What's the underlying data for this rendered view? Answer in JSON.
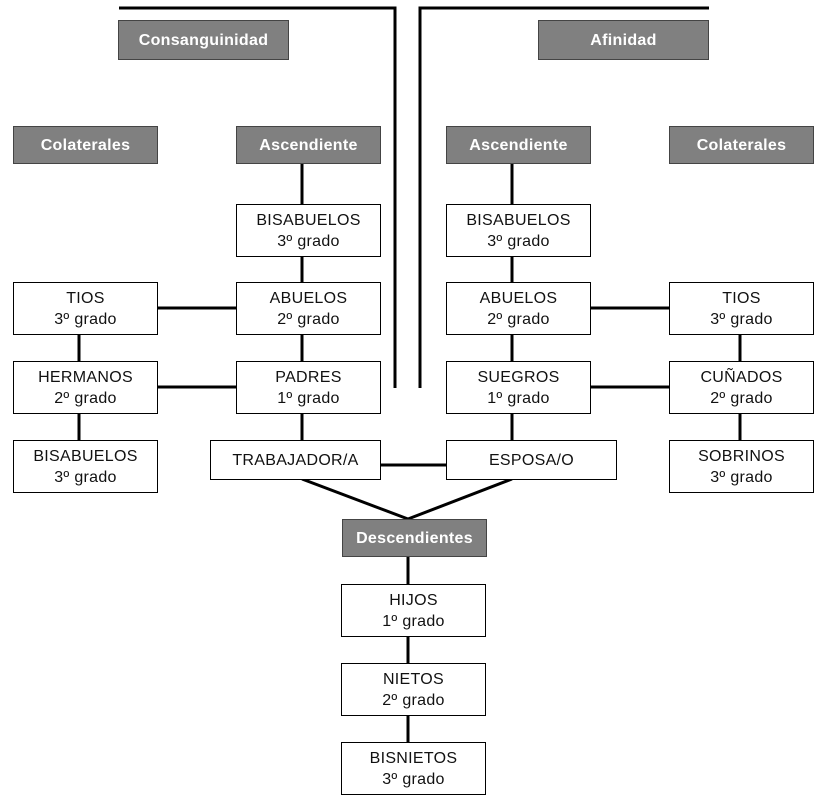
{
  "headers": {
    "consanguinidad": "Consanguinidad",
    "afinidad": "Afinidad",
    "colaterales_left": "Colaterales",
    "ascendiente_left": "Ascendiente",
    "ascendiente_right": "Ascendiente",
    "colaterales_right": "Colaterales",
    "descendientes": "Descendientes"
  },
  "consanguinidad": {
    "ascendientes": [
      {
        "name": "BISABUELOS",
        "grade": "3º grado"
      },
      {
        "name": "ABUELOS",
        "grade": "2º grado"
      },
      {
        "name": "PADRES",
        "grade": "1º grado"
      }
    ],
    "colaterales": [
      {
        "name": "TIOS",
        "grade": "3º grado"
      },
      {
        "name": "HERMANOS",
        "grade": "2º grado"
      },
      {
        "name": "BISABUELOS",
        "grade": "3º grado"
      }
    ]
  },
  "afinidad": {
    "ascendientes": [
      {
        "name": "BISABUELOS",
        "grade": "3º grado"
      },
      {
        "name": "ABUELOS",
        "grade": "2º grado"
      },
      {
        "name": "SUEGROS",
        "grade": "1º grado"
      }
    ],
    "colaterales": [
      {
        "name": "TIOS",
        "grade": "3º grado"
      },
      {
        "name": "CUÑADOS",
        "grade": "2º grado"
      },
      {
        "name": "SOBRINOS",
        "grade": "3º grado"
      }
    ]
  },
  "center": {
    "trabajador": "TRABAJADOR/A",
    "esposa": "ESPOSA/O"
  },
  "descendientes": [
    {
      "name": "HIJOS",
      "grade": "1º grado"
    },
    {
      "name": "NIETOS",
      "grade": "2º grado"
    },
    {
      "name": "BISNIETOS",
      "grade": "3º grado"
    }
  ]
}
